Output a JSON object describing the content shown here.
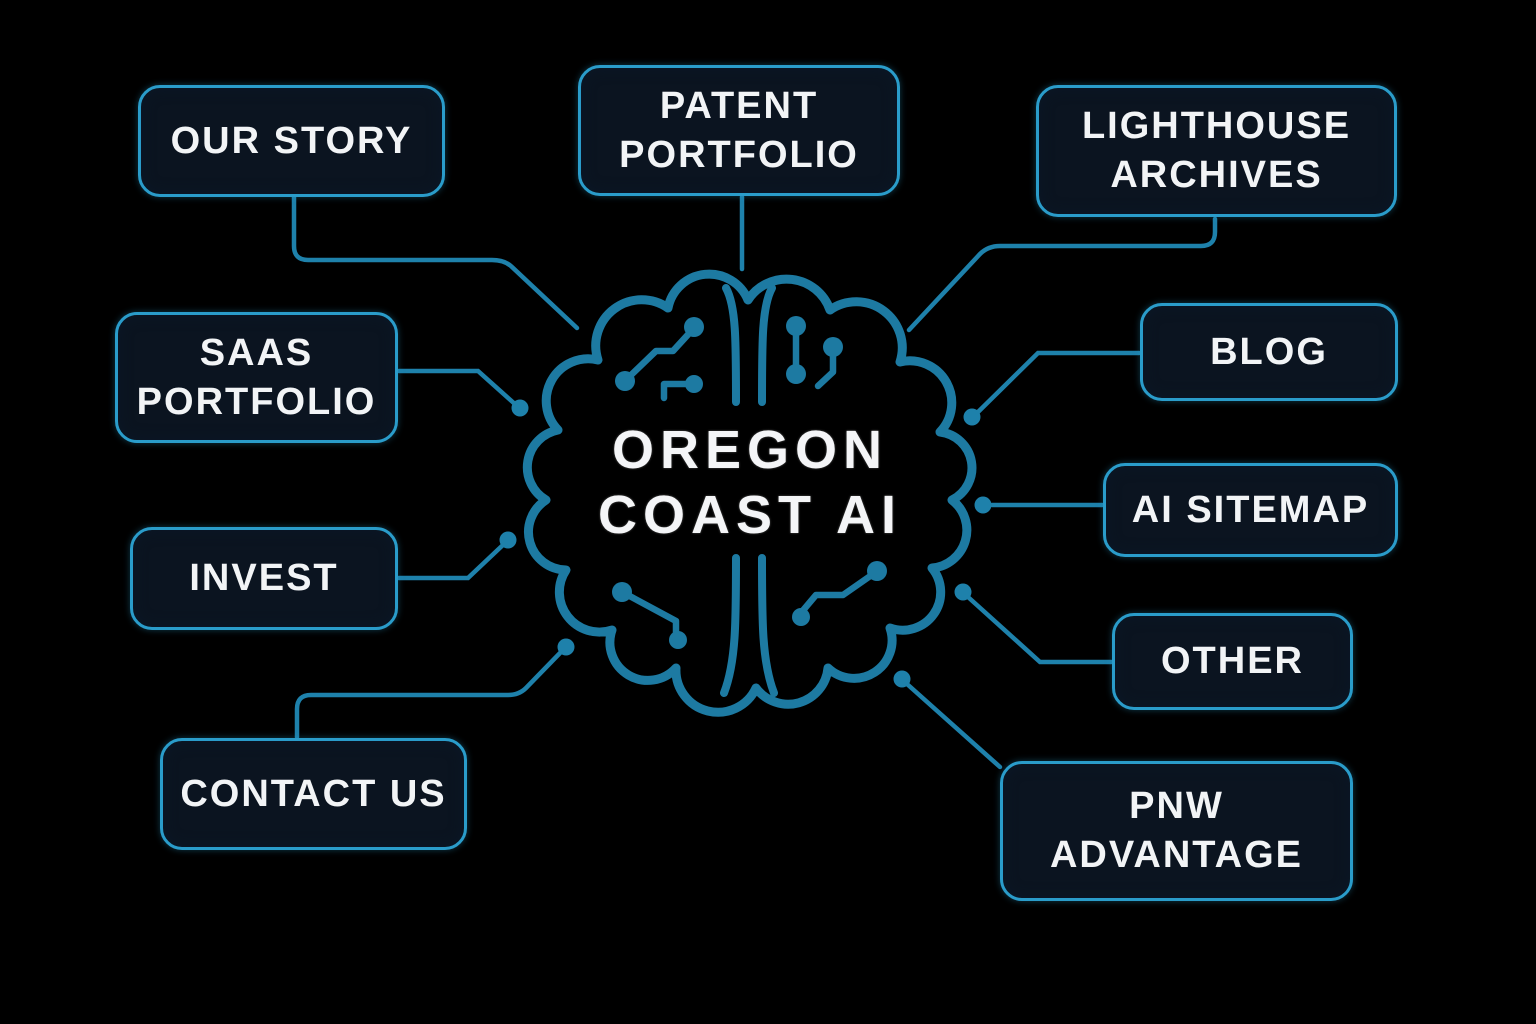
{
  "diagram": {
    "title": "Oregon Coast AI site mind map",
    "center": {
      "line1": "OREGON",
      "line2": "COAST AI"
    },
    "nodes": [
      {
        "id": "our-story",
        "label": "OUR STORY"
      },
      {
        "id": "patent-portfolio",
        "label": "PATENT PORTFOLIO"
      },
      {
        "id": "lighthouse-archives",
        "label": "LIGHTHOUSE ARCHIVES"
      },
      {
        "id": "saas-portfolio",
        "label": "SAAS PORTFOLIO"
      },
      {
        "id": "blog",
        "label": "BLOG"
      },
      {
        "id": "invest",
        "label": "INVEST"
      },
      {
        "id": "ai-sitemap",
        "label": "AI SITEMAP"
      },
      {
        "id": "other",
        "label": "OTHER"
      },
      {
        "id": "contact-us",
        "label": "CONTACT US"
      },
      {
        "id": "pnw-advantage",
        "label": "PNW ADVANTAGE"
      }
    ],
    "icons": [
      {
        "name": "brain-circuit-icon",
        "meaning": "central AI brain with circuit traces"
      }
    ],
    "colors": {
      "background": "#000000",
      "box_fill": "#0b1420",
      "box_border": "#2a9cca",
      "connector": "#1e81ab",
      "brain": "#1d7aa2",
      "text": "#f2f4f6"
    }
  }
}
